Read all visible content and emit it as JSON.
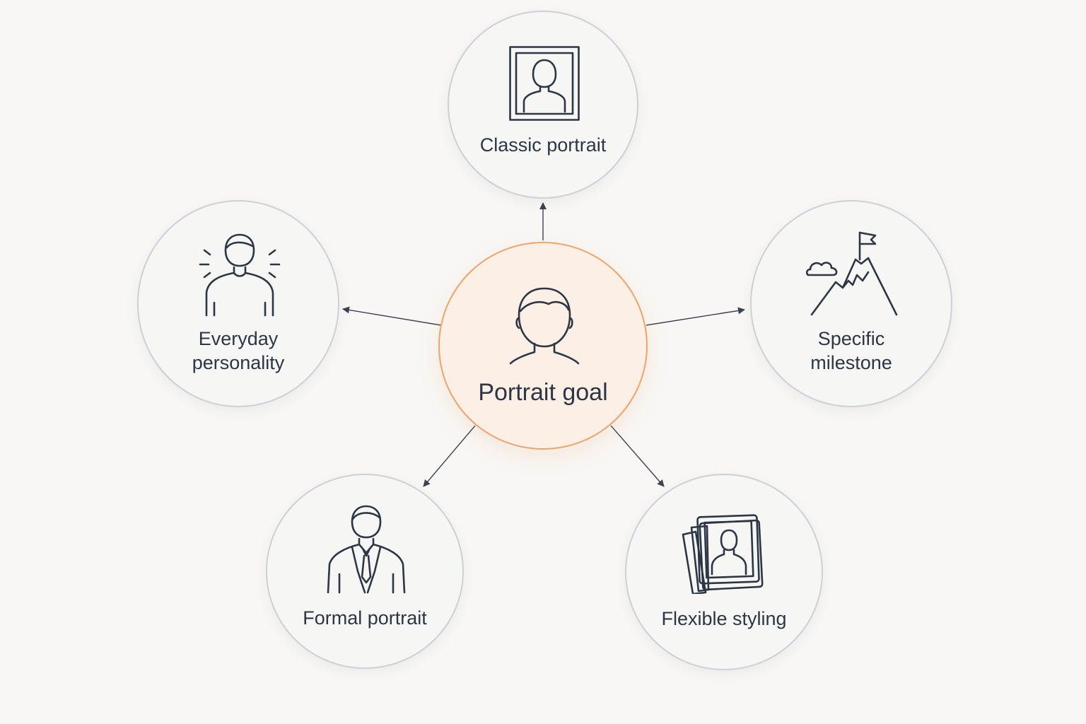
{
  "diagram": {
    "center": {
      "label": "Portrait goal",
      "icon": "person-head-icon",
      "accent": "#eea469",
      "fill": "#fcefe6"
    },
    "nodes": {
      "top": {
        "label": "Classic portrait",
        "icon": "framed-portrait-icon"
      },
      "left": {
        "label_line1": "Everyday",
        "label_line2": "personality",
        "icon": "person-radiating-icon"
      },
      "right": {
        "label_line1": "Specific",
        "label_line2": "milestone",
        "icon": "mountain-flag-icon"
      },
      "bottom_left": {
        "label": "Formal portrait",
        "icon": "person-suit-icon"
      },
      "bottom_right": {
        "label": "Flexible styling",
        "icon": "photo-stack-icon"
      }
    },
    "colors": {
      "text": "#2d3644",
      "node_border": "#cdd0d6",
      "connector": "#3a4352",
      "background": "#f8f7f5"
    }
  }
}
